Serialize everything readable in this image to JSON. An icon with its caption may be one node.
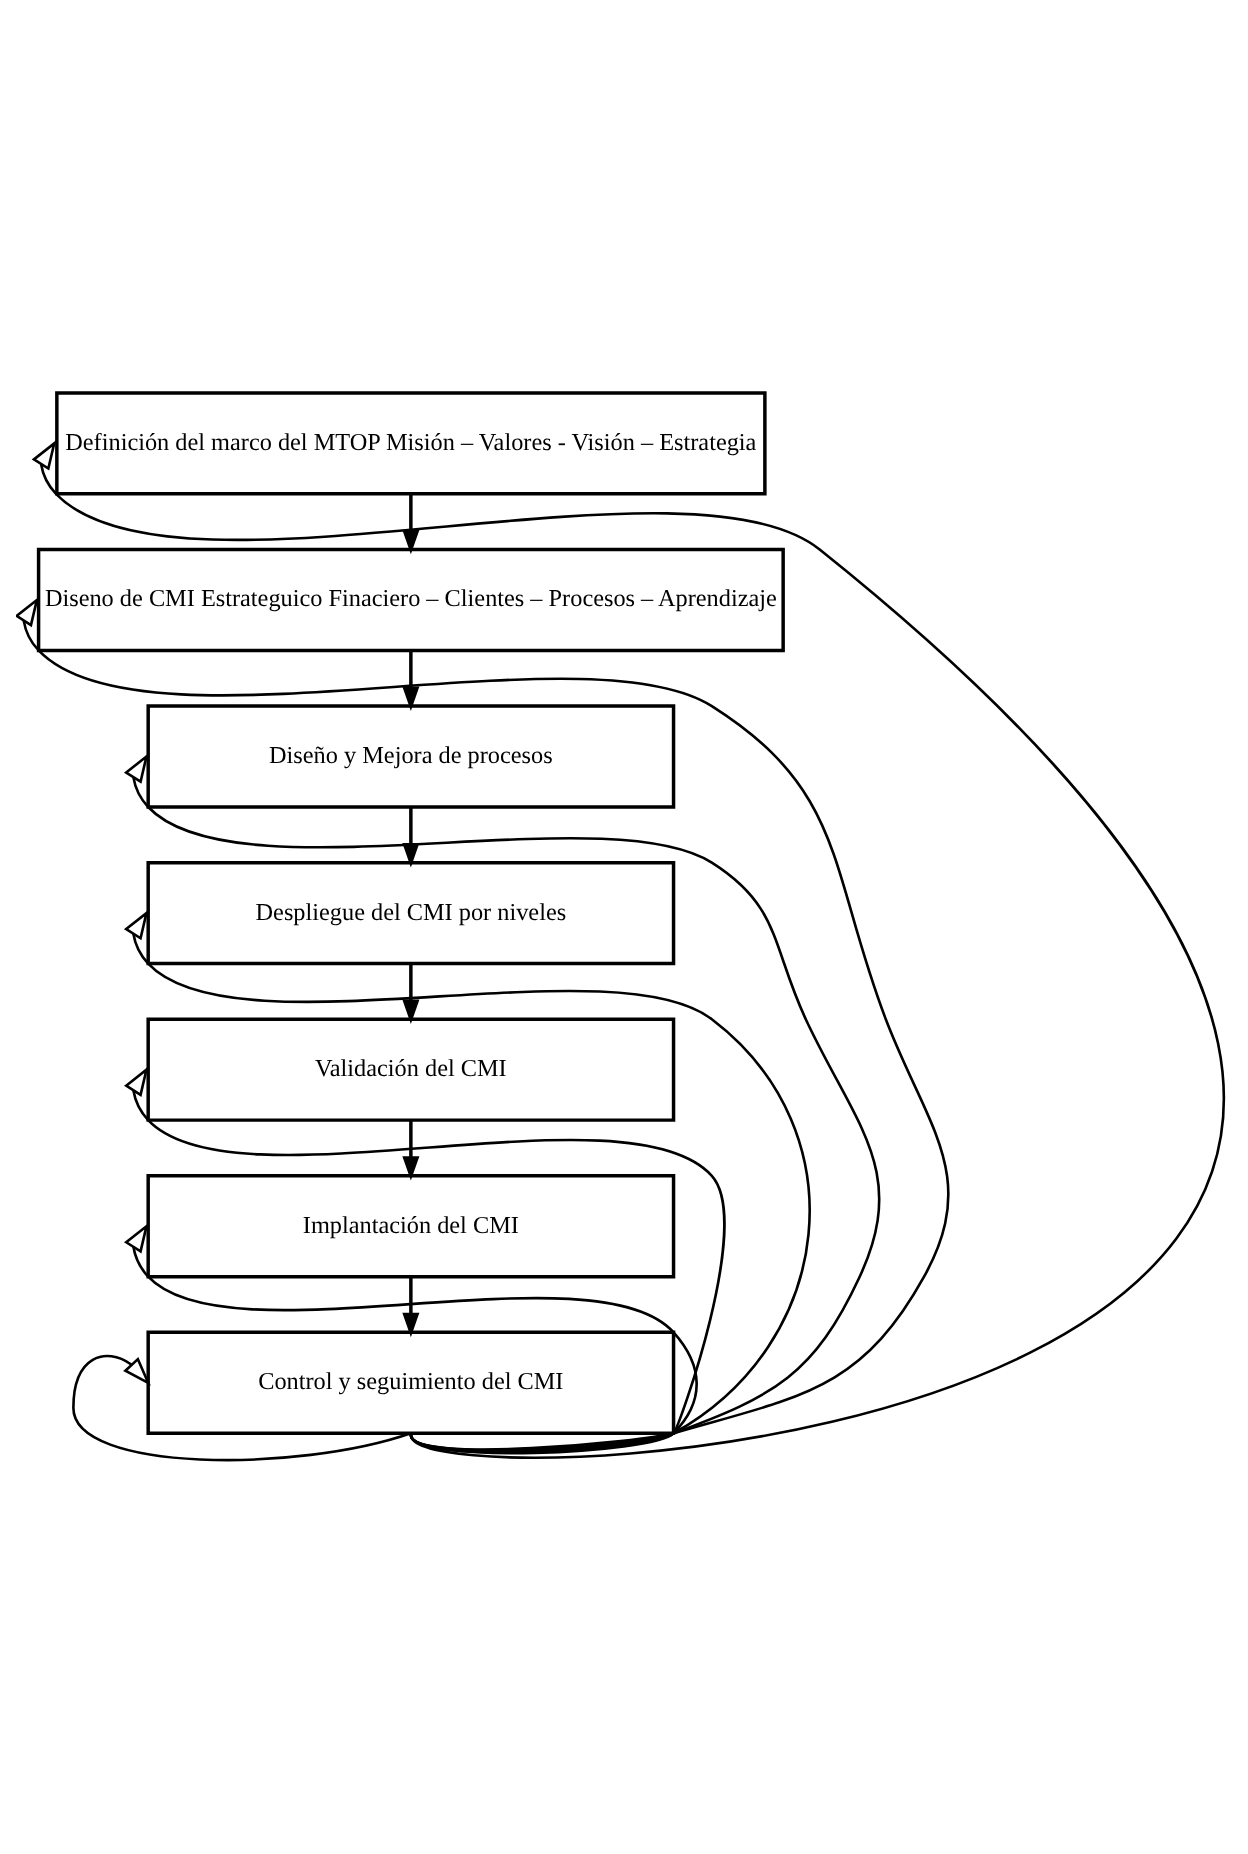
{
  "diagram": {
    "nodes": [
      {
        "text": [
          "Definición del marco del MTOP Misión – Valores - Visión – Estrategia"
        ]
      },
      {
        "text": [
          "Diseno de CMI Estrateguico Finaciero – Clientes – Procesos – Aprendizaje"
        ]
      },
      {
        "text": [
          "Diseño y Mejora de procesos"
        ]
      },
      {
        "text": [
          "Despliegue del CMI por niveles"
        ]
      },
      {
        "text": [
          "Validación del CMI"
        ]
      },
      {
        "text": [
          "Implantación del CMI"
        ]
      },
      {
        "text": [
          "Control y seguimiento del CMI"
        ]
      }
    ],
    "edges": [
      {
        "from": 0,
        "to": 1,
        "arrow": "to"
      },
      {
        "from": 1,
        "to": 2,
        "arrow": "to"
      },
      {
        "from": 2,
        "to": 3,
        "arrow": "to"
      },
      {
        "from": 3,
        "to": 4,
        "arrow": "to"
      },
      {
        "from": 4,
        "to": 5,
        "arrow": "to"
      },
      {
        "from": 5,
        "to": 6,
        "arrow": "to"
      },
      {
        "from": 6,
        "to": 0,
        "arrow": "to"
      },
      {
        "from": 6,
        "to": 1,
        "arrow": "to"
      },
      {
        "from": 6,
        "to": 2,
        "arrow": "to"
      },
      {
        "from": 6,
        "to": 3,
        "arrow": "to"
      },
      {
        "from": 6,
        "to": 4,
        "arrow": "to"
      },
      {
        "from": 6,
        "to": 5,
        "arrow": "to"
      },
      {
        "from": 6,
        "to": 6,
        "arrow": "to"
      }
    ]
  }
}
